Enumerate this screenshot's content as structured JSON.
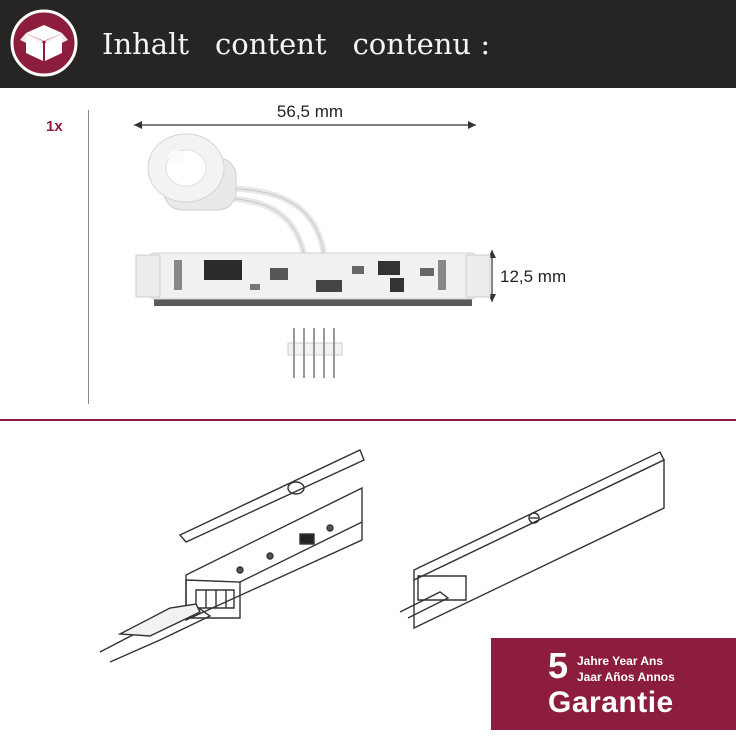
{
  "header": {
    "background": "#262523",
    "accent": "#8c1d3d",
    "icon": "package-box-icon",
    "title_words": [
      "Inhalt",
      "content",
      "contenu :"
    ]
  },
  "content": {
    "quantity": "1x",
    "width_dimension": "56,5 mm",
    "height_dimension": "12,5 mm"
  },
  "guarantee": {
    "number": "5",
    "line1": "Jahre Year Ans",
    "line2": "Jaar Años Annos",
    "word": "Garantie",
    "background": "#8c1d3d"
  }
}
